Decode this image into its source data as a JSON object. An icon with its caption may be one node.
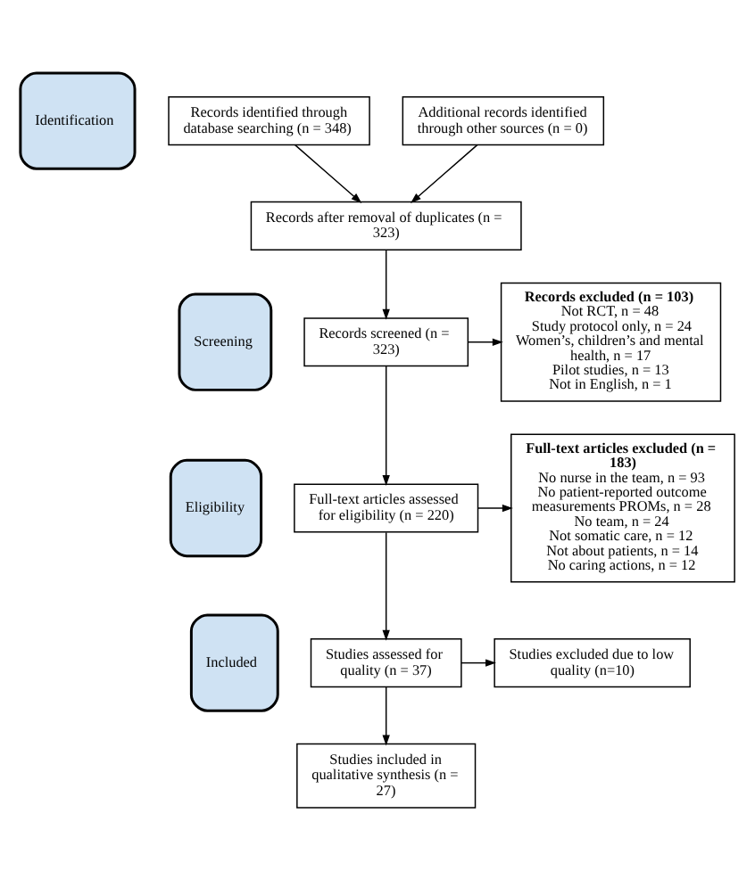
{
  "diagram": {
    "nodes": [
      {
        "text": [
          "Identification"
        ]
      },
      {
        "text": [
          "Screening"
        ]
      },
      {
        "text": [
          "Eligibility"
        ]
      },
      {
        "text": [
          "Included"
        ]
      },
      {
        "text": [
          "Records identified through database searching (n = 348)"
        ]
      },
      {
        "text": [
          "Additional records identified through other sources (n = 0)"
        ]
      },
      {
        "text": [
          "Records after removal of duplicates (n = 323)"
        ]
      },
      {
        "text": [
          "Records screened (n = 323)"
        ]
      },
      {
        "text": [
          "Records excluded (n = 103)",
          "Not RCT, n = 48",
          "Study protocol only, n = 24",
          "Women’s, children’s and mental health, n = 17",
          "Pilot studies, n = 13",
          "Not in English, n = 1"
        ]
      },
      {
        "text": [
          "Full-text articles assessed for eligibility (n = 220)"
        ]
      },
      {
        "text": [
          "Full-text articles excluded (n = 183)",
          "No nurse in the team, n = 93",
          "No patient-reported outcome measurements PROMs, n = 28",
          "No team, n = 24",
          "Not somatic care, n = 12",
          "Not about patients, n = 14",
          "No caring actions, n = 12"
        ]
      },
      {
        "text": [
          "Studies assessed for quality (n = 37)"
        ]
      },
      {
        "text": [
          "Studies excluded due to low quality (n=10)"
        ]
      },
      {
        "text": [
          "Studies included in qualitative synthesis (n = 27)"
        ]
      }
    ],
    "edges": [
      {
        "from": 4,
        "to": 6,
        "arrow": "to"
      },
      {
        "from": 5,
        "to": 6,
        "arrow": "to"
      },
      {
        "from": 6,
        "to": 7,
        "arrow": "to"
      },
      {
        "from": 7,
        "to": 8,
        "arrow": "to"
      },
      {
        "from": 7,
        "to": 9,
        "arrow": "to"
      },
      {
        "from": 9,
        "to": 10,
        "arrow": "to"
      },
      {
        "from": 9,
        "to": 11,
        "arrow": "to"
      },
      {
        "from": 11,
        "to": 12,
        "arrow": "to"
      },
      {
        "from": 11,
        "to": 13,
        "arrow": "to"
      }
    ]
  }
}
